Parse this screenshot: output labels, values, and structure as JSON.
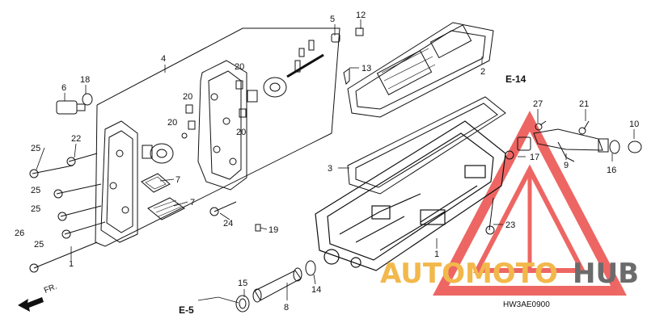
{
  "diagram": {
    "callouts": [
      {
        "id": "c1",
        "text": "1"
      },
      {
        "id": "c1b",
        "text": "1"
      },
      {
        "id": "c2",
        "text": "2"
      },
      {
        "id": "c3",
        "text": "3"
      },
      {
        "id": "c4",
        "text": "4"
      },
      {
        "id": "c5",
        "text": "5"
      },
      {
        "id": "c6",
        "text": "6"
      },
      {
        "id": "c7a",
        "text": "7"
      },
      {
        "id": "c7b",
        "text": "7"
      },
      {
        "id": "c8",
        "text": "8"
      },
      {
        "id": "c9",
        "text": "9"
      },
      {
        "id": "c10",
        "text": "10"
      },
      {
        "id": "c12",
        "text": "12"
      },
      {
        "id": "c13",
        "text": "13"
      },
      {
        "id": "c14",
        "text": "14"
      },
      {
        "id": "c15",
        "text": "15"
      },
      {
        "id": "c16",
        "text": "16"
      },
      {
        "id": "c17",
        "text": "17"
      },
      {
        "id": "c18",
        "text": "18"
      },
      {
        "id": "c19",
        "text": "19"
      },
      {
        "id": "c20a",
        "text": "20"
      },
      {
        "id": "c20b",
        "text": "20"
      },
      {
        "id": "c20c",
        "text": "20"
      },
      {
        "id": "c20d",
        "text": "20"
      },
      {
        "id": "c21",
        "text": "21"
      },
      {
        "id": "c22",
        "text": "22"
      },
      {
        "id": "c23",
        "text": "23"
      },
      {
        "id": "c24",
        "text": "24"
      },
      {
        "id": "c25a",
        "text": "25"
      },
      {
        "id": "c25b",
        "text": "25"
      },
      {
        "id": "c25c",
        "text": "25"
      },
      {
        "id": "c25d",
        "text": "25"
      },
      {
        "id": "c26",
        "text": "26"
      },
      {
        "id": "c27",
        "text": "27"
      }
    ],
    "references": {
      "e14": "E-14",
      "e5": "E-5"
    },
    "front_label": "FR.",
    "diagram_code": "HW3AE0900"
  },
  "watermark": {
    "text_part1": "AUTOMOTO",
    "text_part2": "HUB",
    "color_part1": "#f2b84b",
    "color_part2": "#6b6b6b",
    "triangle_color": "#e7342f"
  }
}
